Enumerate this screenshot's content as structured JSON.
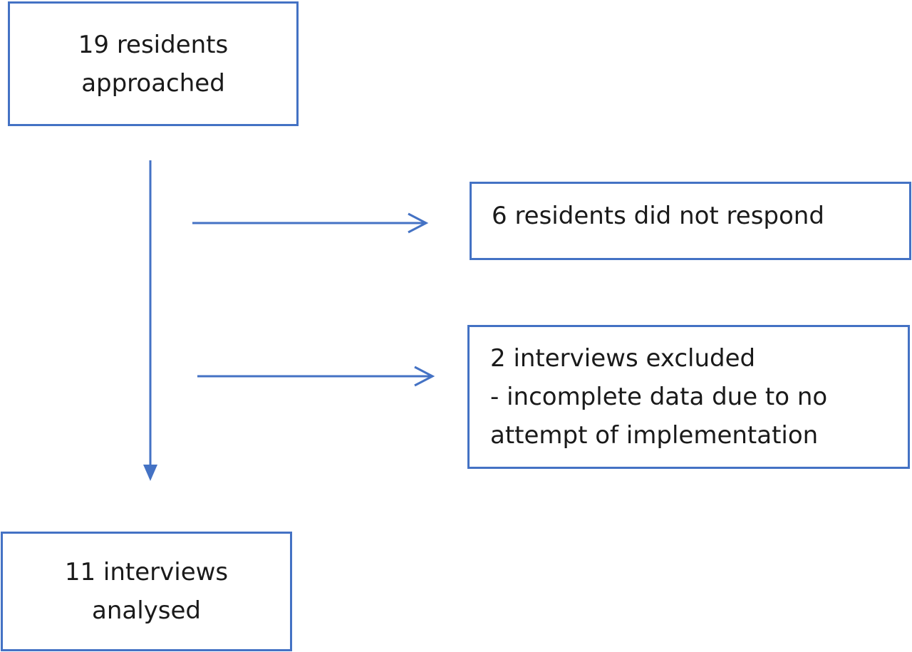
{
  "colors": {
    "accent": "#4472C4",
    "text": "#1a1a1a",
    "background": "#ffffff"
  },
  "boxes": {
    "approached": {
      "lines": [
        "19 residents",
        "approached"
      ]
    },
    "no_response": {
      "lines": [
        "6 residents did not respond"
      ]
    },
    "excluded": {
      "lines": [
        "2 interviews excluded",
        "- incomplete data due to no",
        "attempt of implementation"
      ]
    },
    "analysed": {
      "lines": [
        "11 interviews",
        "analysed"
      ]
    }
  }
}
